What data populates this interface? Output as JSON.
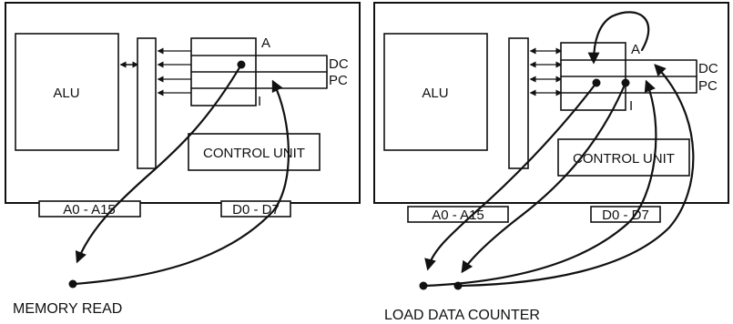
{
  "left_panel": {
    "alu": "ALU",
    "reg_a": "A",
    "reg_dc": "DC",
    "reg_pc": "PC",
    "reg_i": "I",
    "control_unit": "CONTROL UNIT",
    "address_bus": "A0 - A15",
    "data_bus": "D0 - D7",
    "caption": "MEMORY READ"
  },
  "right_panel": {
    "alu": "ALU",
    "reg_a": "A",
    "reg_dc": "DC",
    "reg_pc": "PC",
    "reg_i": "I",
    "control_unit": "CONTROL UNIT",
    "address_bus": "A0 - A15",
    "data_bus": "D0 - D7",
    "caption": "LOAD DATA COUNTER"
  }
}
